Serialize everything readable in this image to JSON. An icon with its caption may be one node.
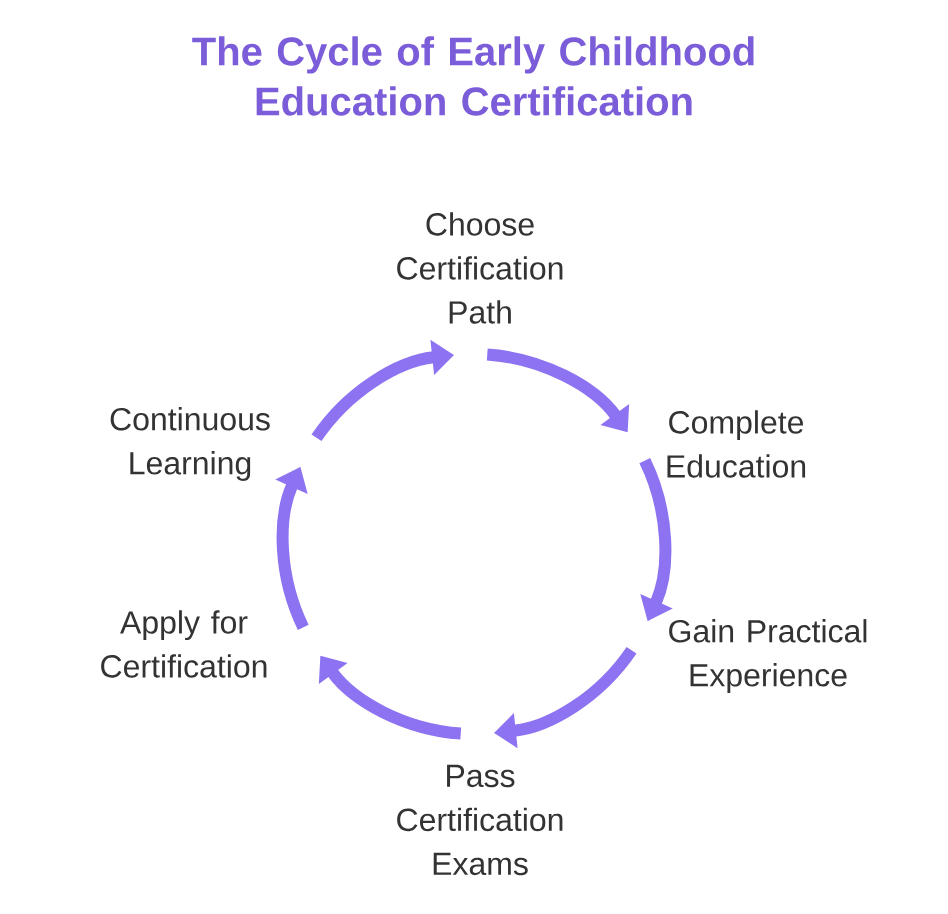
{
  "diagram": {
    "title": "The Cycle of Early Childhood Education Certification",
    "nodes": [
      {
        "text": [
          "Choose Certification Path"
        ]
      },
      {
        "text": [
          "Complete Education"
        ]
      },
      {
        "text": [
          "Gain Practical Experience"
        ]
      },
      {
        "text": [
          "Pass Certification Exams"
        ]
      },
      {
        "text": [
          "Apply for Certification"
        ]
      },
      {
        "text": [
          "Continuous Learning"
        ]
      }
    ],
    "edges": [
      {
        "from": 0,
        "to": 1,
        "arrow": "to"
      },
      {
        "from": 1,
        "to": 2,
        "arrow": "to"
      },
      {
        "from": 2,
        "to": 3,
        "arrow": "to"
      },
      {
        "from": 3,
        "to": 4,
        "arrow": "to"
      },
      {
        "from": 4,
        "to": 5,
        "arrow": "to"
      },
      {
        "from": 5,
        "to": 0,
        "arrow": "to"
      }
    ]
  }
}
